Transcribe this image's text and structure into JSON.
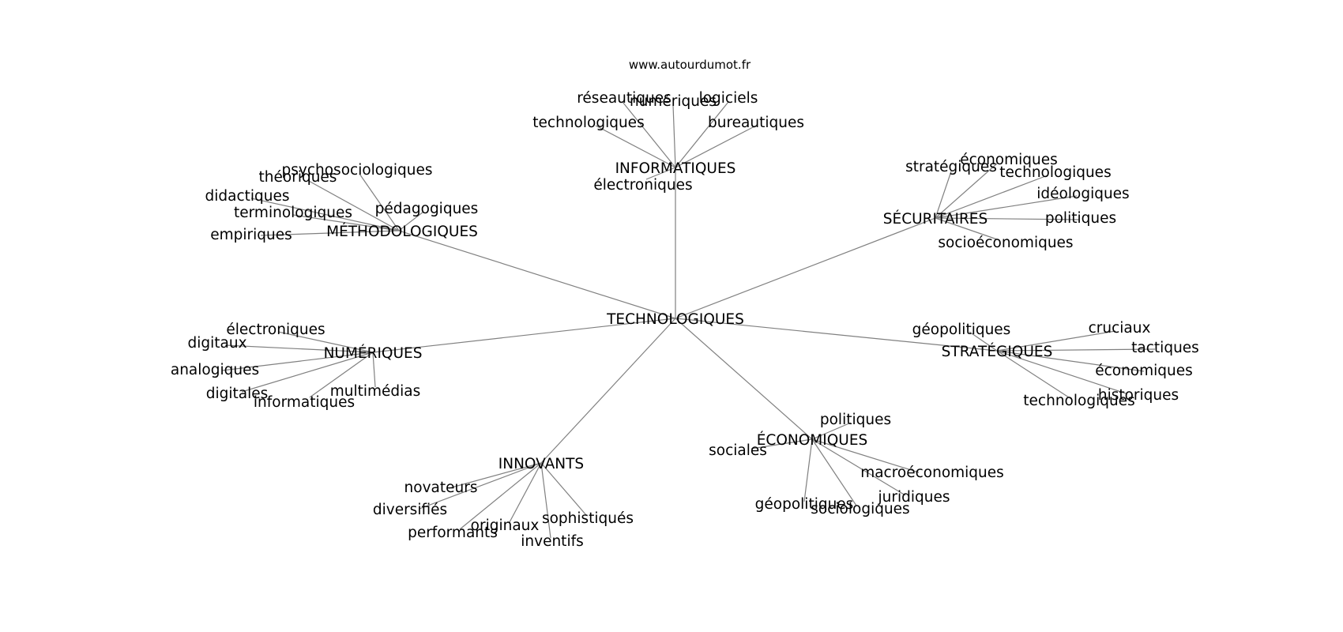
{
  "source": "www.autourdumot.fr",
  "root": "TECHNOLOGIQUES",
  "clusters": [
    {
      "id": "informatiques",
      "label": "INFORMATIQUES",
      "leaves": [
        "réseautiques",
        "numériques",
        "logiciels",
        "technologiques",
        "bureautiques",
        "électroniques"
      ]
    },
    {
      "id": "methodologiques",
      "label": "MÉTHODOLOGIQUES",
      "leaves": [
        "psychosociologiques",
        "théoriques",
        "didactiques",
        "terminologiques",
        "pédagogiques",
        "empiriques"
      ]
    },
    {
      "id": "securitaires",
      "label": "SÉCURITAIRES",
      "leaves": [
        "stratégiques",
        "économiques",
        "technologiques",
        "idéologiques",
        "politiques",
        "socioéconomiques"
      ]
    },
    {
      "id": "numeriques",
      "label": "NUMÉRIQUES",
      "leaves": [
        "électroniques",
        "digitaux",
        "analogiques",
        "digitales",
        "informatiques",
        "multimédias"
      ]
    },
    {
      "id": "strategiques",
      "label": "STRATÉGIQUES",
      "leaves": [
        "géopolitiques",
        "cruciaux",
        "tactiques",
        "économiques",
        "historiques",
        "technologiques"
      ]
    },
    {
      "id": "economiques",
      "label": "ÉCONOMIQUES",
      "leaves": [
        "politiques",
        "sociales",
        "macroéconomiques",
        "juridiques",
        "géopolitiques",
        "sociologiques"
      ]
    },
    {
      "id": "innovants",
      "label": "INNOVANTS",
      "leaves": [
        "novateurs",
        "diversifiés",
        "performants",
        "originaux",
        "sophistiqués",
        "inventifs"
      ]
    }
  ]
}
